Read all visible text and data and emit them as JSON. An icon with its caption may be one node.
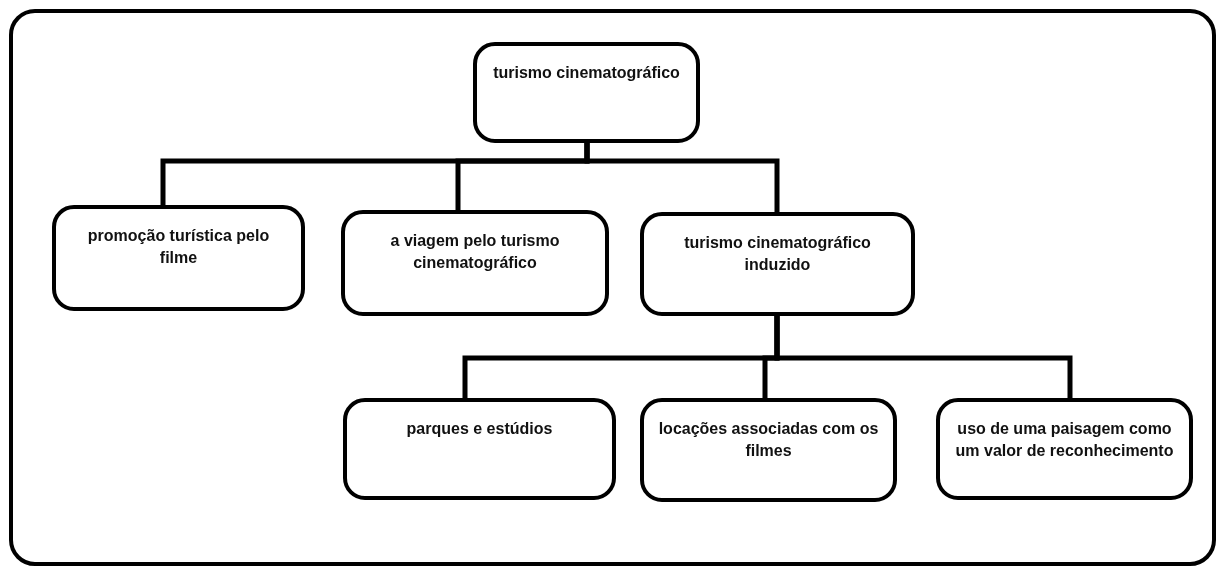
{
  "diagram": {
    "nodes": [
      {
        "text": [
          "turismo cinematográfico"
        ]
      },
      {
        "text": [
          "promoção turística pelo filme"
        ]
      },
      {
        "text": [
          "a viagem pelo turismo cinematográfico"
        ]
      },
      {
        "text": [
          "turismo cinematográfico induzido"
        ]
      },
      {
        "text": [
          "parques e estúdios"
        ]
      },
      {
        "text": [
          "locações associadas com os filmes"
        ]
      },
      {
        "text": [
          "uso de uma paisagem como um valor de reconhecimento"
        ]
      }
    ],
    "edges": [
      {
        "from": 0,
        "to": 1,
        "arrow": "none"
      },
      {
        "from": 0,
        "to": 2,
        "arrow": "none"
      },
      {
        "from": 0,
        "to": 3,
        "arrow": "none"
      },
      {
        "from": 3,
        "to": 4,
        "arrow": "none"
      },
      {
        "from": 3,
        "to": 5,
        "arrow": "none"
      },
      {
        "from": 3,
        "to": 6,
        "arrow": "none"
      }
    ]
  }
}
